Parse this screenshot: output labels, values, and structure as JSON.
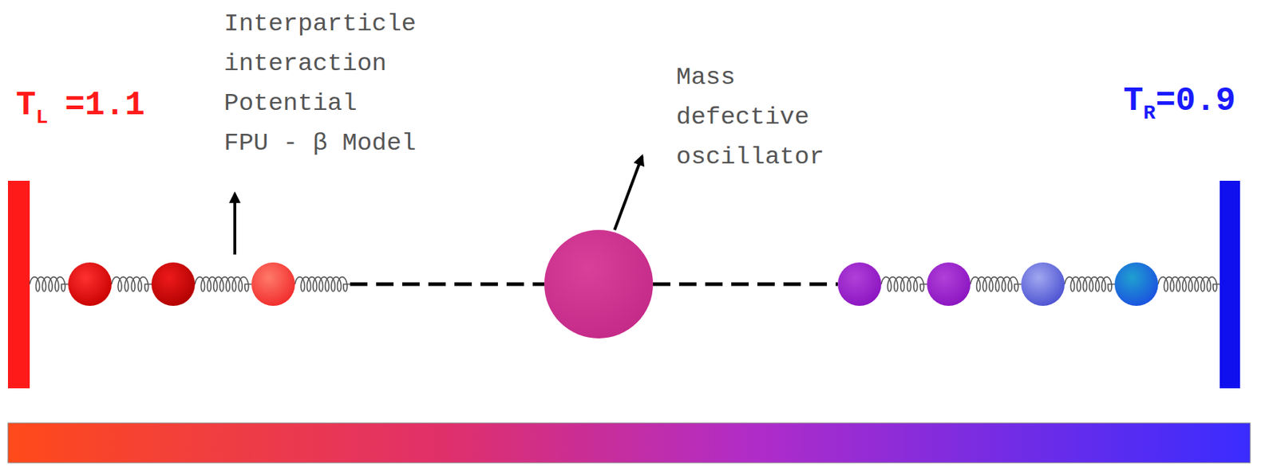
{
  "diagram": {
    "labels": [
      "T",
      "L",
      "=1.1",
      "Interparticle interaction Potential",
      "FPU - β Model",
      "Mass defective oscillator",
      "T",
      "R",
      "=0.9"
    ]
  }
}
